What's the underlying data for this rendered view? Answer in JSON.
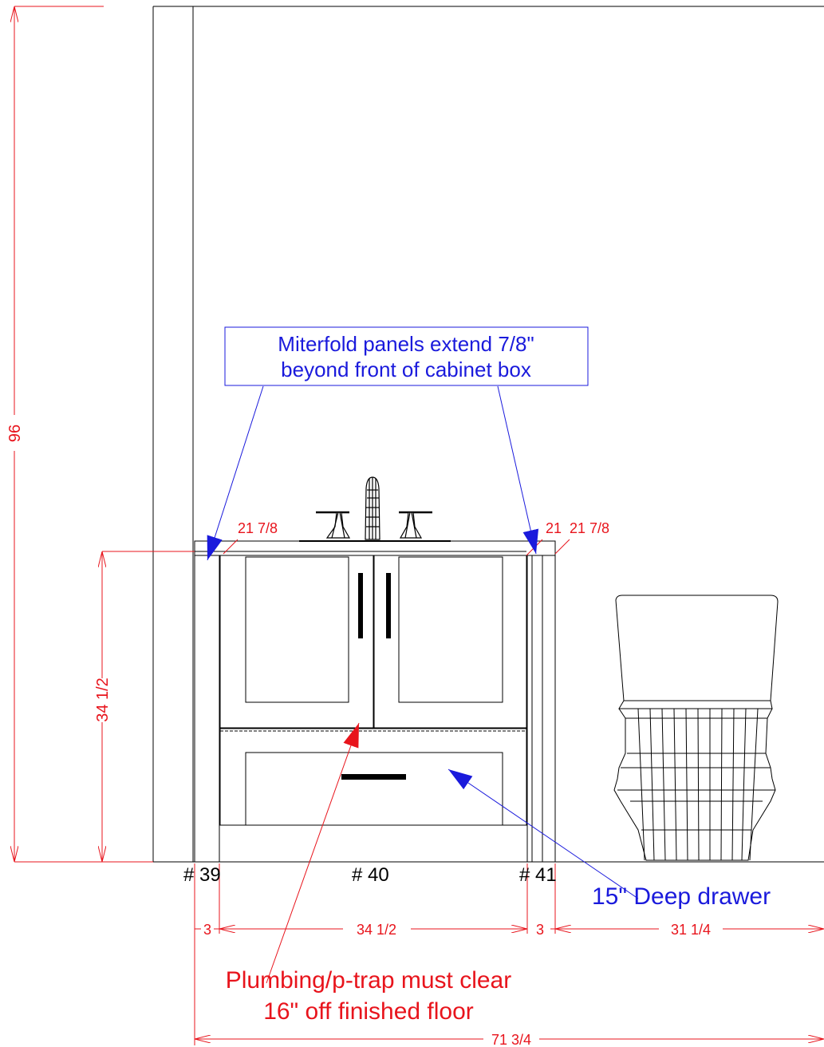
{
  "dimensions": {
    "height_total": "96",
    "height_vanity": "34 1/2",
    "depth_left": "21 7/8",
    "depth_right_a": "21",
    "depth_right_b": "21 7/8",
    "width_panel_left": "3",
    "width_cabinet": "34 1/2",
    "width_panel_right": "3",
    "width_toilet": "31 1/4",
    "width_overall": "71 3/4"
  },
  "cabinet_numbers": {
    "left": "# 39",
    "center": "# 40",
    "right": "# 41"
  },
  "callouts": {
    "miterfold_line1": "Miterfold panels extend 7/8\"",
    "miterfold_line2": "beyond front of cabinet box",
    "drawer": "15\" Deep drawer",
    "plumbing_line1": "Plumbing/p-trap must clear",
    "plumbing_line2": "16\" off finished floor"
  },
  "colors": {
    "dimension": "#e8141c",
    "note_blue": "#1a1adc",
    "line": "#000000"
  }
}
